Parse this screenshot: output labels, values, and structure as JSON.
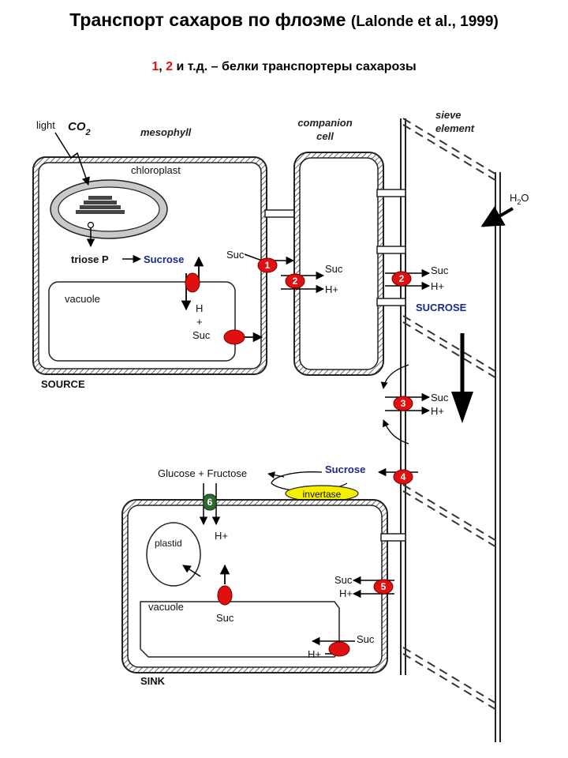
{
  "title": {
    "main": "Транспорт сахаров по флоэме",
    "citation": "(Lalonde et al., 1999)"
  },
  "subtitle": {
    "n1": "1",
    "sep": ", ",
    "n2": "2",
    "rest": " и т.д. – белки транспортеры сахарозы"
  },
  "labels": {
    "light": "light",
    "co2": "CO",
    "co2_sub": "2",
    "mesophyll": "mesophyll",
    "companion_1": "companion",
    "companion_2": "cell",
    "sieve_1": "sieve",
    "sieve_2": "element",
    "chloroplast": "chloroplast",
    "h2o": "H",
    "h2o_sub": "2",
    "h2o_end": "O",
    "triose": "triose P",
    "sucrose_source": "Sucrose",
    "vacuole_source": "vacuole",
    "h_vert": "H",
    "plus": "+",
    "suc_vac": "Suc",
    "source": "SOURCE",
    "suc_in1": "Suc",
    "suc_cc": "Suc",
    "h_cc": "H+",
    "suc_se": "Suc",
    "h_se": "H+",
    "sucrose_se": "SUCROSE",
    "suc_3": "Suc",
    "h_3": "H+",
    "glucose_fructose": "Glucose + Fructose",
    "sucrose_apo": "Sucrose",
    "invertase": "invertase",
    "h_6": "H+",
    "plastid": "plastid",
    "vacuole_sink": "vacuole",
    "suc_sink_vac": "Suc",
    "suc_5": "Suc",
    "h_5": "H+",
    "suc_sink_in": "Suc",
    "h_sink_in": "H+",
    "sink": "SINK"
  },
  "transporters": [
    "1",
    "2",
    "2",
    "3",
    "4",
    "5",
    "6"
  ],
  "colors": {
    "transporter": "#e01010",
    "transporter6": "#2f6a2f",
    "invertase": "#f4f000",
    "sucrose_text": "#1a2a8a"
  }
}
